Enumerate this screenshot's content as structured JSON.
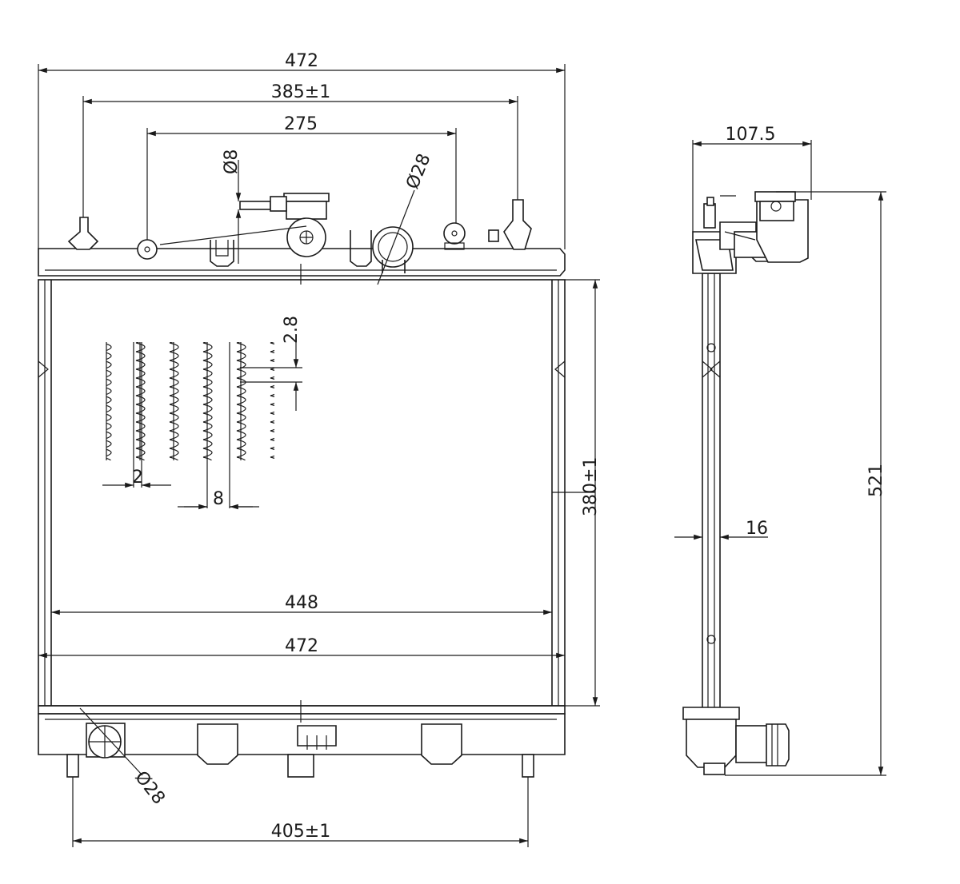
{
  "drawing": {
    "front_view": {
      "overall_width_top": "472",
      "mount_pin_spacing": "385±1",
      "tab_spacing": "275",
      "outlet_pipe_diameter": "Ø8",
      "inlet_diameter_top": "Ø28",
      "fin_pitch": "2.8",
      "tube_gap": "2",
      "tube_pitch": "8",
      "core_height": "380±1",
      "core_width": "448",
      "tank_width": "472",
      "outlet_diameter_bottom": "Ø28",
      "bottom_pin_spacing": "405±1"
    },
    "side_view": {
      "depth": "107.5",
      "overall_height": "521",
      "core_thickness": "16"
    }
  }
}
